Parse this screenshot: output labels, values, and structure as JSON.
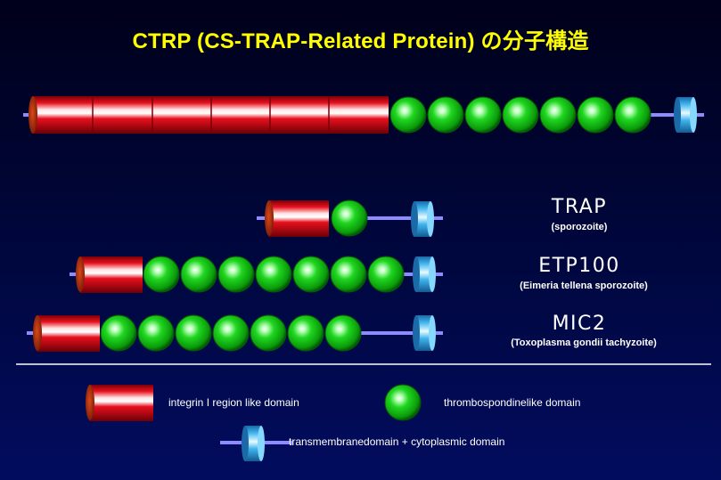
{
  "title": "CTRP  (CS-TRAP-Related Protein) の分子構造",
  "proteins": [
    {
      "name": "TRAP",
      "subtitle": "(sporozoite)"
    },
    {
      "name": "ETP100",
      "subtitle": "(Eimeria tellena sporozoite)"
    },
    {
      "name": "MIC2",
      "subtitle": "(Toxoplasma gondii tachyzoite)"
    }
  ],
  "legend": {
    "integrin": "integrin I  region like domain",
    "thrombospondin": "thrombospondinelike domain",
    "transmembrane": "transmembranedomain + cytoplasmic domain"
  },
  "colors": {
    "title": "#ffff00",
    "integrin_domain": "#e8101e",
    "thrombospondin_domain": "#1ecf1e",
    "transmembrane_domain": "#3fb4ee",
    "linker": "#8c8cff"
  },
  "molecules": [
    {
      "id": "ctrp",
      "integrin_domains": 6,
      "thrombospondin_domains": 7,
      "has_tm": true
    },
    {
      "id": "trap",
      "integrin_domains": 1,
      "thrombospondin_domains": 1,
      "has_tm": true
    },
    {
      "id": "etp100",
      "integrin_domains": 1,
      "thrombospondin_domains": 7,
      "has_tm": true
    },
    {
      "id": "mic2",
      "integrin_domains": 1,
      "thrombospondin_domains": 7,
      "has_tm": true
    }
  ]
}
